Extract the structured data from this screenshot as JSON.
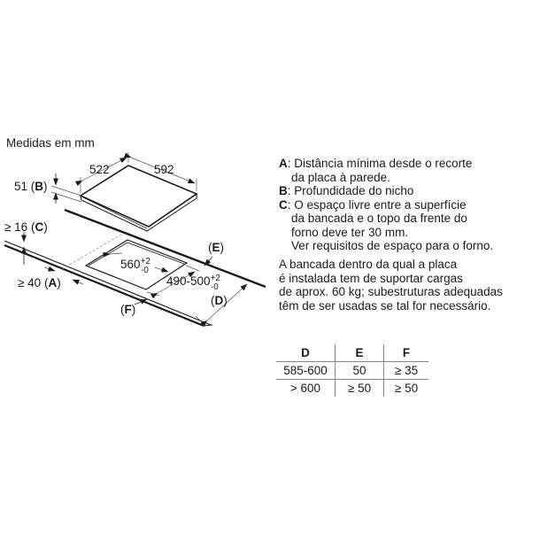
{
  "title": "Medidas em mm",
  "drawing": {
    "hob_depth": "522",
    "hob_width": "592",
    "hob_height_value": "51",
    "hob_height_key": "B",
    "gap_value": "≥ 16",
    "gap_key": "C",
    "wall_dist_value": "≥ 40",
    "wall_dist_key": "A",
    "cutout_width": "560",
    "cutout_width_tol_plus": "+2",
    "cutout_width_tol_minus": "-0",
    "cutout_depth": "490-500",
    "cutout_depth_tol_plus": "+2",
    "cutout_depth_tol_minus": "-0",
    "label_e": "E",
    "label_f": "F",
    "label_d": "D"
  },
  "legend": {
    "items": [
      {
        "key": "A",
        "lines": [
          "Distância mínima desde o recorte",
          "da placa à parede."
        ]
      },
      {
        "key": "B",
        "lines": [
          "Profundidade do nicho"
        ]
      },
      {
        "key": "C",
        "lines": [
          "O espaço livre entre a superfície",
          "da bancada e o topo da frente do",
          "forno deve ter 30 mm.",
          "Ver requisitos de espaço para o forno."
        ]
      }
    ]
  },
  "note": {
    "lines": [
      "A bancada dentro da qual a placa",
      "é instalada tem de suportar cargas",
      "de aprox. 60 kg; subestruturas adequadas",
      "têm de ser usadas se tal for necessário."
    ]
  },
  "table": {
    "headers": [
      "D",
      "E",
      "F"
    ],
    "rows": [
      [
        "585-600",
        "50",
        "≥ 35"
      ],
      [
        "> 600",
        "≥ 50",
        "≥ 50"
      ]
    ]
  }
}
